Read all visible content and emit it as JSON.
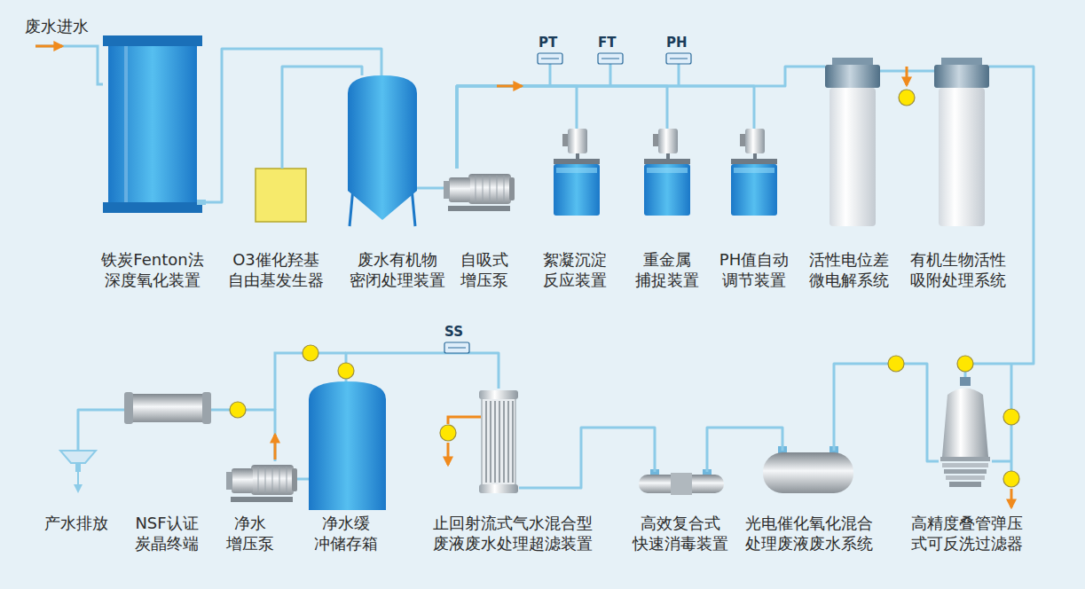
{
  "diagram": {
    "nodes": [
      {
        "text": [
          "铁炭Fenton法 深度氧化装置"
        ]
      },
      {
        "text": [
          "O3催化羟基 自由基发生器"
        ]
      },
      {
        "text": [
          "废水有机物 密闭处理装置"
        ]
      },
      {
        "text": [
          "自吸式 增压泵"
        ]
      },
      {
        "text": [
          "絮凝沉淀 反应装置"
        ]
      },
      {
        "text": [
          "重金属 捕捉装置"
        ]
      },
      {
        "text": [
          "PH值自动 调节装置"
        ]
      },
      {
        "text": [
          "活性电位差 微电解系统"
        ]
      },
      {
        "text": [
          "有机生物活性 吸附处理系统"
        ]
      },
      {
        "text": [
          "高精度叠管弹压 式可反洗过滤器"
        ]
      },
      {
        "text": [
          "光电催化氧化混合 处理废液废水系统"
        ]
      },
      {
        "text": [
          "高效复合式 快速消毒装置"
        ]
      },
      {
        "text": [
          "止回射流式气水混合型 废液废水处理超滤装置"
        ]
      },
      {
        "text": [
          "净水缓 冲储存箱"
        ]
      },
      {
        "text": [
          "净水 增压泵"
        ]
      },
      {
        "text": [
          "NSF认证 炭晶终端"
        ]
      },
      {
        "text": [
          "产水排放"
        ]
      }
    ],
    "edges": [
      {
        "from": 0,
        "to": 2,
        "arrow": "none"
      },
      {
        "from": 1,
        "to": 2,
        "arrow": "none"
      },
      {
        "from": 2,
        "to": 3,
        "arrow": "none"
      },
      {
        "from": 3,
        "to": 4,
        "arrow": "none"
      },
      {
        "from": 3,
        "to": 5,
        "arrow": "none"
      },
      {
        "from": 3,
        "to": 6,
        "arrow": "none"
      },
      {
        "from": 3,
        "to": 7,
        "arrow": "none"
      },
      {
        "from": 7,
        "to": 8,
        "arrow": "none"
      },
      {
        "from": 8,
        "to": 9,
        "arrow": "none"
      },
      {
        "from": 9,
        "to": 10,
        "arrow": "none"
      },
      {
        "from": 10,
        "to": 11,
        "arrow": "none"
      },
      {
        "from": 11,
        "to": 12,
        "arrow": "none"
      },
      {
        "from": 12,
        "to": 13,
        "arrow": "none"
      },
      {
        "from": 13,
        "to": 14,
        "arrow": "none"
      },
      {
        "from": 14,
        "to": 15,
        "arrow": "none"
      },
      {
        "from": 15,
        "to": 16,
        "arrow": "none"
      }
    ],
    "labels": [
      "废水进水",
      "PT",
      "FT",
      "PH",
      "SS"
    ]
  }
}
